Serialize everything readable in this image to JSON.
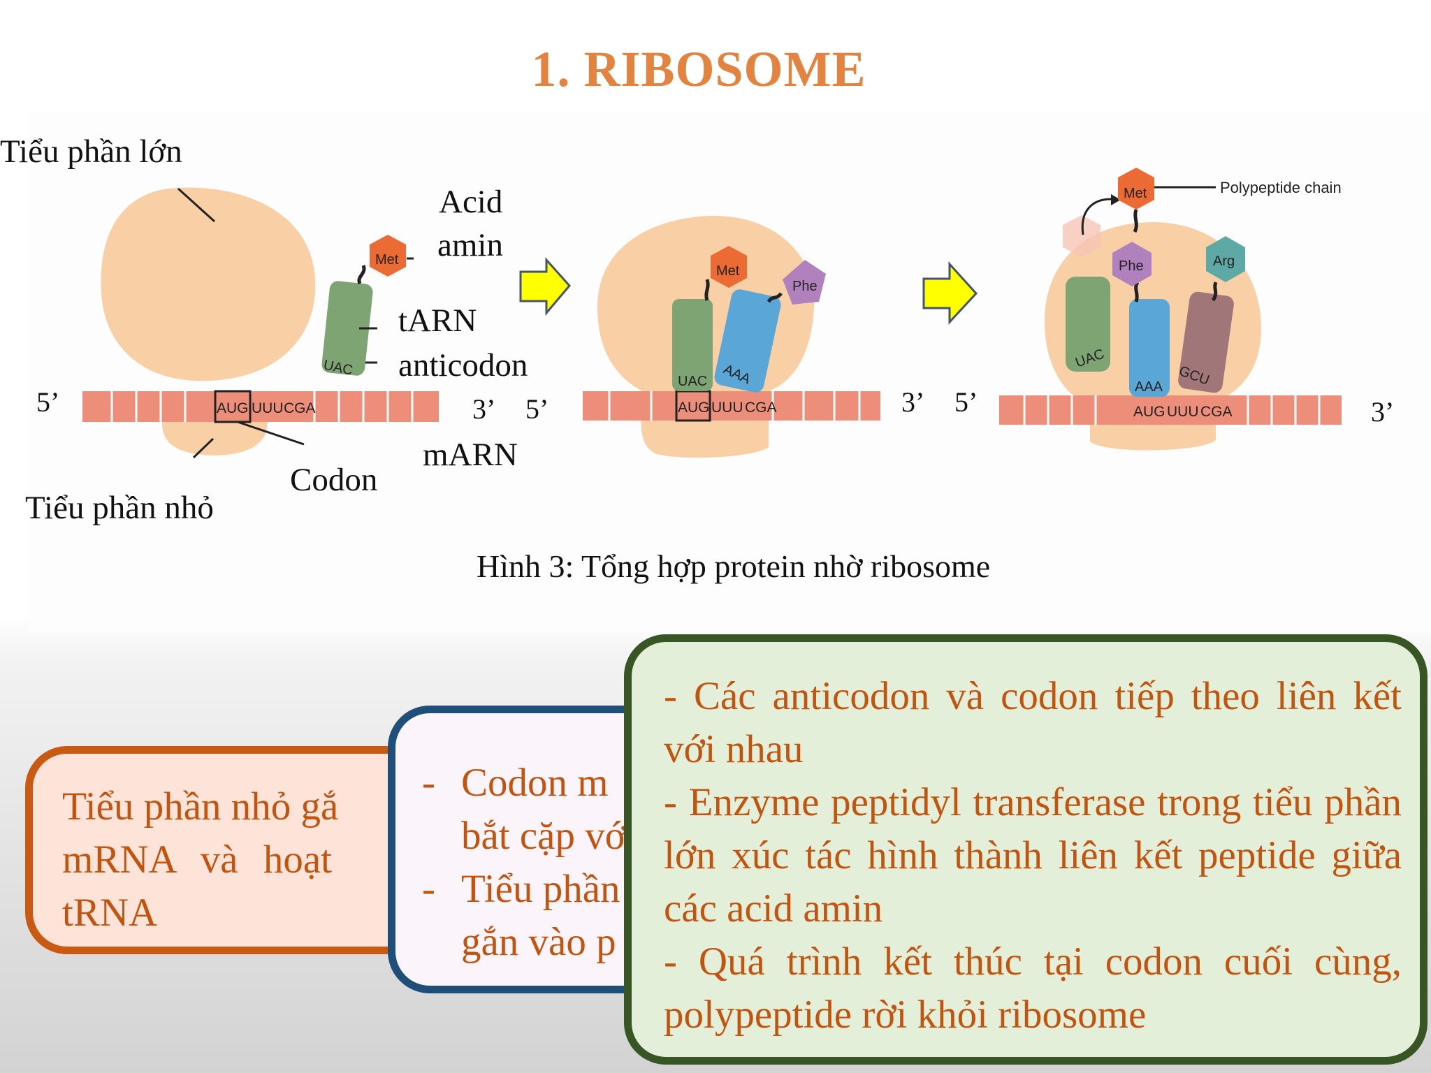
{
  "title": "1. RIBOSOME",
  "labels": {
    "large_subunit": "Tiểu phần lớn",
    "amino_acid_1": "Acid",
    "amino_acid_2": "amin",
    "trna": "tARN",
    "anticodon": "anticodon",
    "codon": "Codon",
    "marn": "mARN",
    "small_subunit": "Tiểu phần nhỏ",
    "five_prime": "5’",
    "three_prime": "3’"
  },
  "stages": [
    {
      "codons": [
        "AUG",
        "UUU",
        "CGA"
      ],
      "trnas": [
        {
          "anticodon": "UAC",
          "amino_acid": "Met"
        }
      ]
    },
    {
      "codons": [
        "AUG",
        "UUU",
        "CGA"
      ],
      "trnas": [
        {
          "anticodon": "UAC",
          "amino_acid": "Met"
        },
        {
          "anticodon": "AAA",
          "amino_acid": "Phe"
        }
      ]
    },
    {
      "codons": [
        "AUG",
        "UUU",
        "CGA"
      ],
      "trnas": [
        {
          "anticodon": "UAC",
          "amino_acid": ""
        },
        {
          "anticodon": "AAA",
          "amino_acid": "Phe"
        },
        {
          "anticodon": "GCU",
          "amino_acid": "Arg"
        }
      ],
      "chain_amino_acid": "Met",
      "chain_label": "Polypeptide chain"
    }
  ],
  "caption": "Hình 3: Tổng hợp protein nhờ ribosome",
  "boxes": {
    "box1": {
      "lines": [
        "Tiểu phần nhỏ gắ",
        "mRNA và hoạt",
        "tRNA"
      ],
      "border_color": "#c85a12",
      "fill_color": "#fde3d8"
    },
    "box2": {
      "items": [
        [
          "Codon m",
          "bắt cặp vớ"
        ],
        [
          "Tiểu phần",
          "gắn vào p"
        ]
      ],
      "border_color": "#1f4e79",
      "fill_color": "#fbf5fb"
    },
    "box3": {
      "items": [
        "- Các anticodon và codon tiếp theo liên kết với nhau",
        "- Enzyme peptidyl transferase trong tiểu phần lớn xúc tác hình thành liên kết peptide giữa các acid amin",
        "- Quá trình kết thúc tại codon cuối cùng, polypeptide rời khỏi ribosome"
      ],
      "border_color": "#375623",
      "fill_color": "#e4efd9"
    }
  },
  "colors": {
    "title": "#e2843f",
    "ribosome": "#f9d0a6",
    "mrna": "#ec8e7a",
    "trna_green": "#7ea474",
    "trna_blue": "#5aa6d6",
    "trna_mauve": "#a17678",
    "met": "#ec6a33",
    "phe": "#b181bd",
    "arg": "#5ea9a6",
    "arrow": "#ffff00"
  }
}
